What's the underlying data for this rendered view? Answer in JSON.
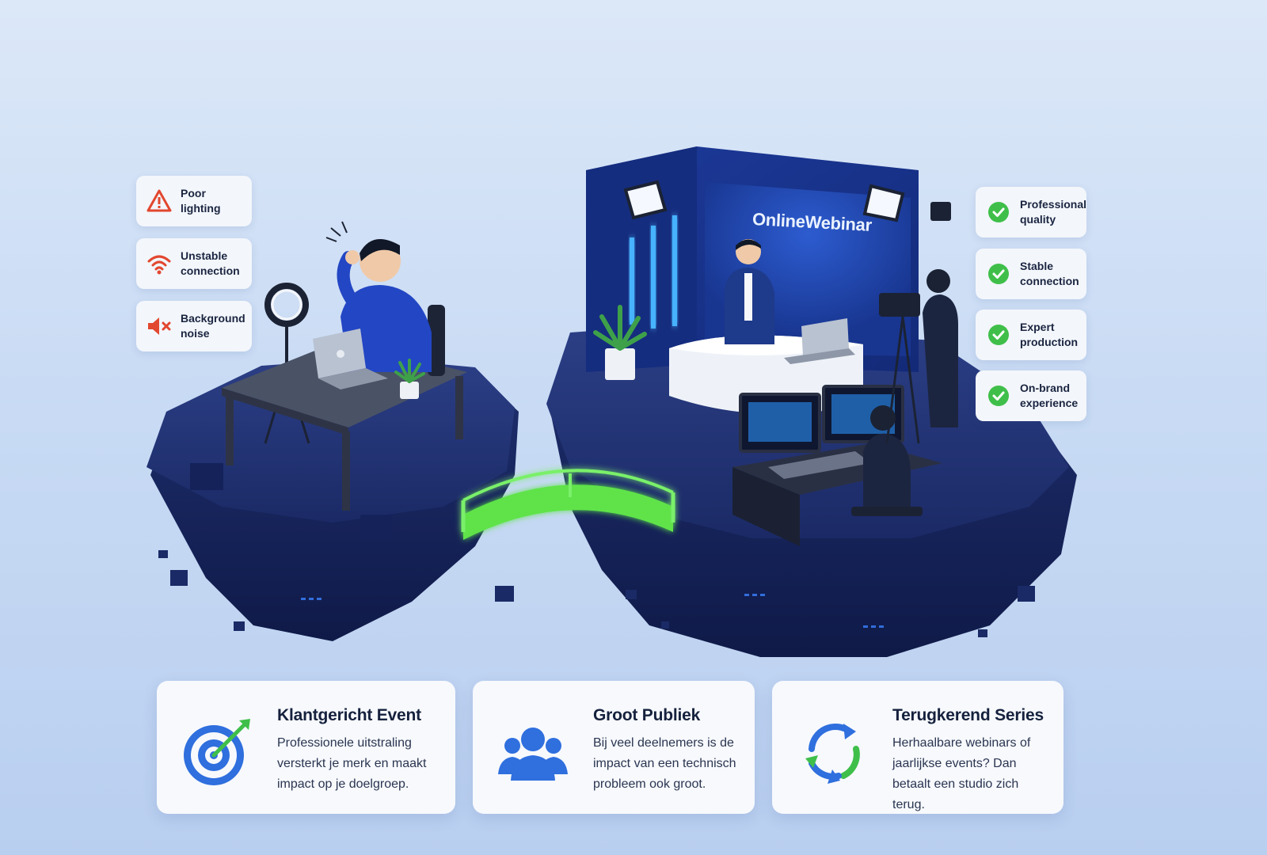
{
  "problems": [
    {
      "label": "Poor lighting",
      "icon": "warning-icon"
    },
    {
      "label": "Unstable\nconnection",
      "icon": "wifi-icon"
    },
    {
      "label": "Background\nnoise",
      "icon": "muted-speaker-icon"
    }
  ],
  "benefits": [
    {
      "label": "Professional\nquality",
      "icon": "check-icon"
    },
    {
      "label": "Stable\nconnection",
      "icon": "check-icon"
    },
    {
      "label": "Expert\nproduction",
      "icon": "check-icon"
    },
    {
      "label": "On-brand\nexperience",
      "icon": "check-icon"
    }
  ],
  "studio": {
    "sign": "OnlineWebinar"
  },
  "cards": [
    {
      "title": "Klantgericht Event",
      "body": "Professionele uitstraling\nversterkt je merk en maakt\nimpact op je doelgroep.",
      "icon": "target-icon"
    },
    {
      "title": "Groot Publiek",
      "body": "Bij veel deelnemers is de\nimpact van een technisch\nprobleem ook groot.",
      "icon": "audience-icon"
    },
    {
      "title": "Terugkerend Series",
      "body": "Herhaalbare webinars of\njaarlijkse events? Dan\nbetaalt een studio zich terug.",
      "icon": "recurring-icon"
    }
  ],
  "colors": {
    "bad": "#e2472f",
    "good": "#3fbf4a",
    "accent": "#2f6fde",
    "island": "#1e2d6b",
    "bridge": "#5fe34a"
  }
}
